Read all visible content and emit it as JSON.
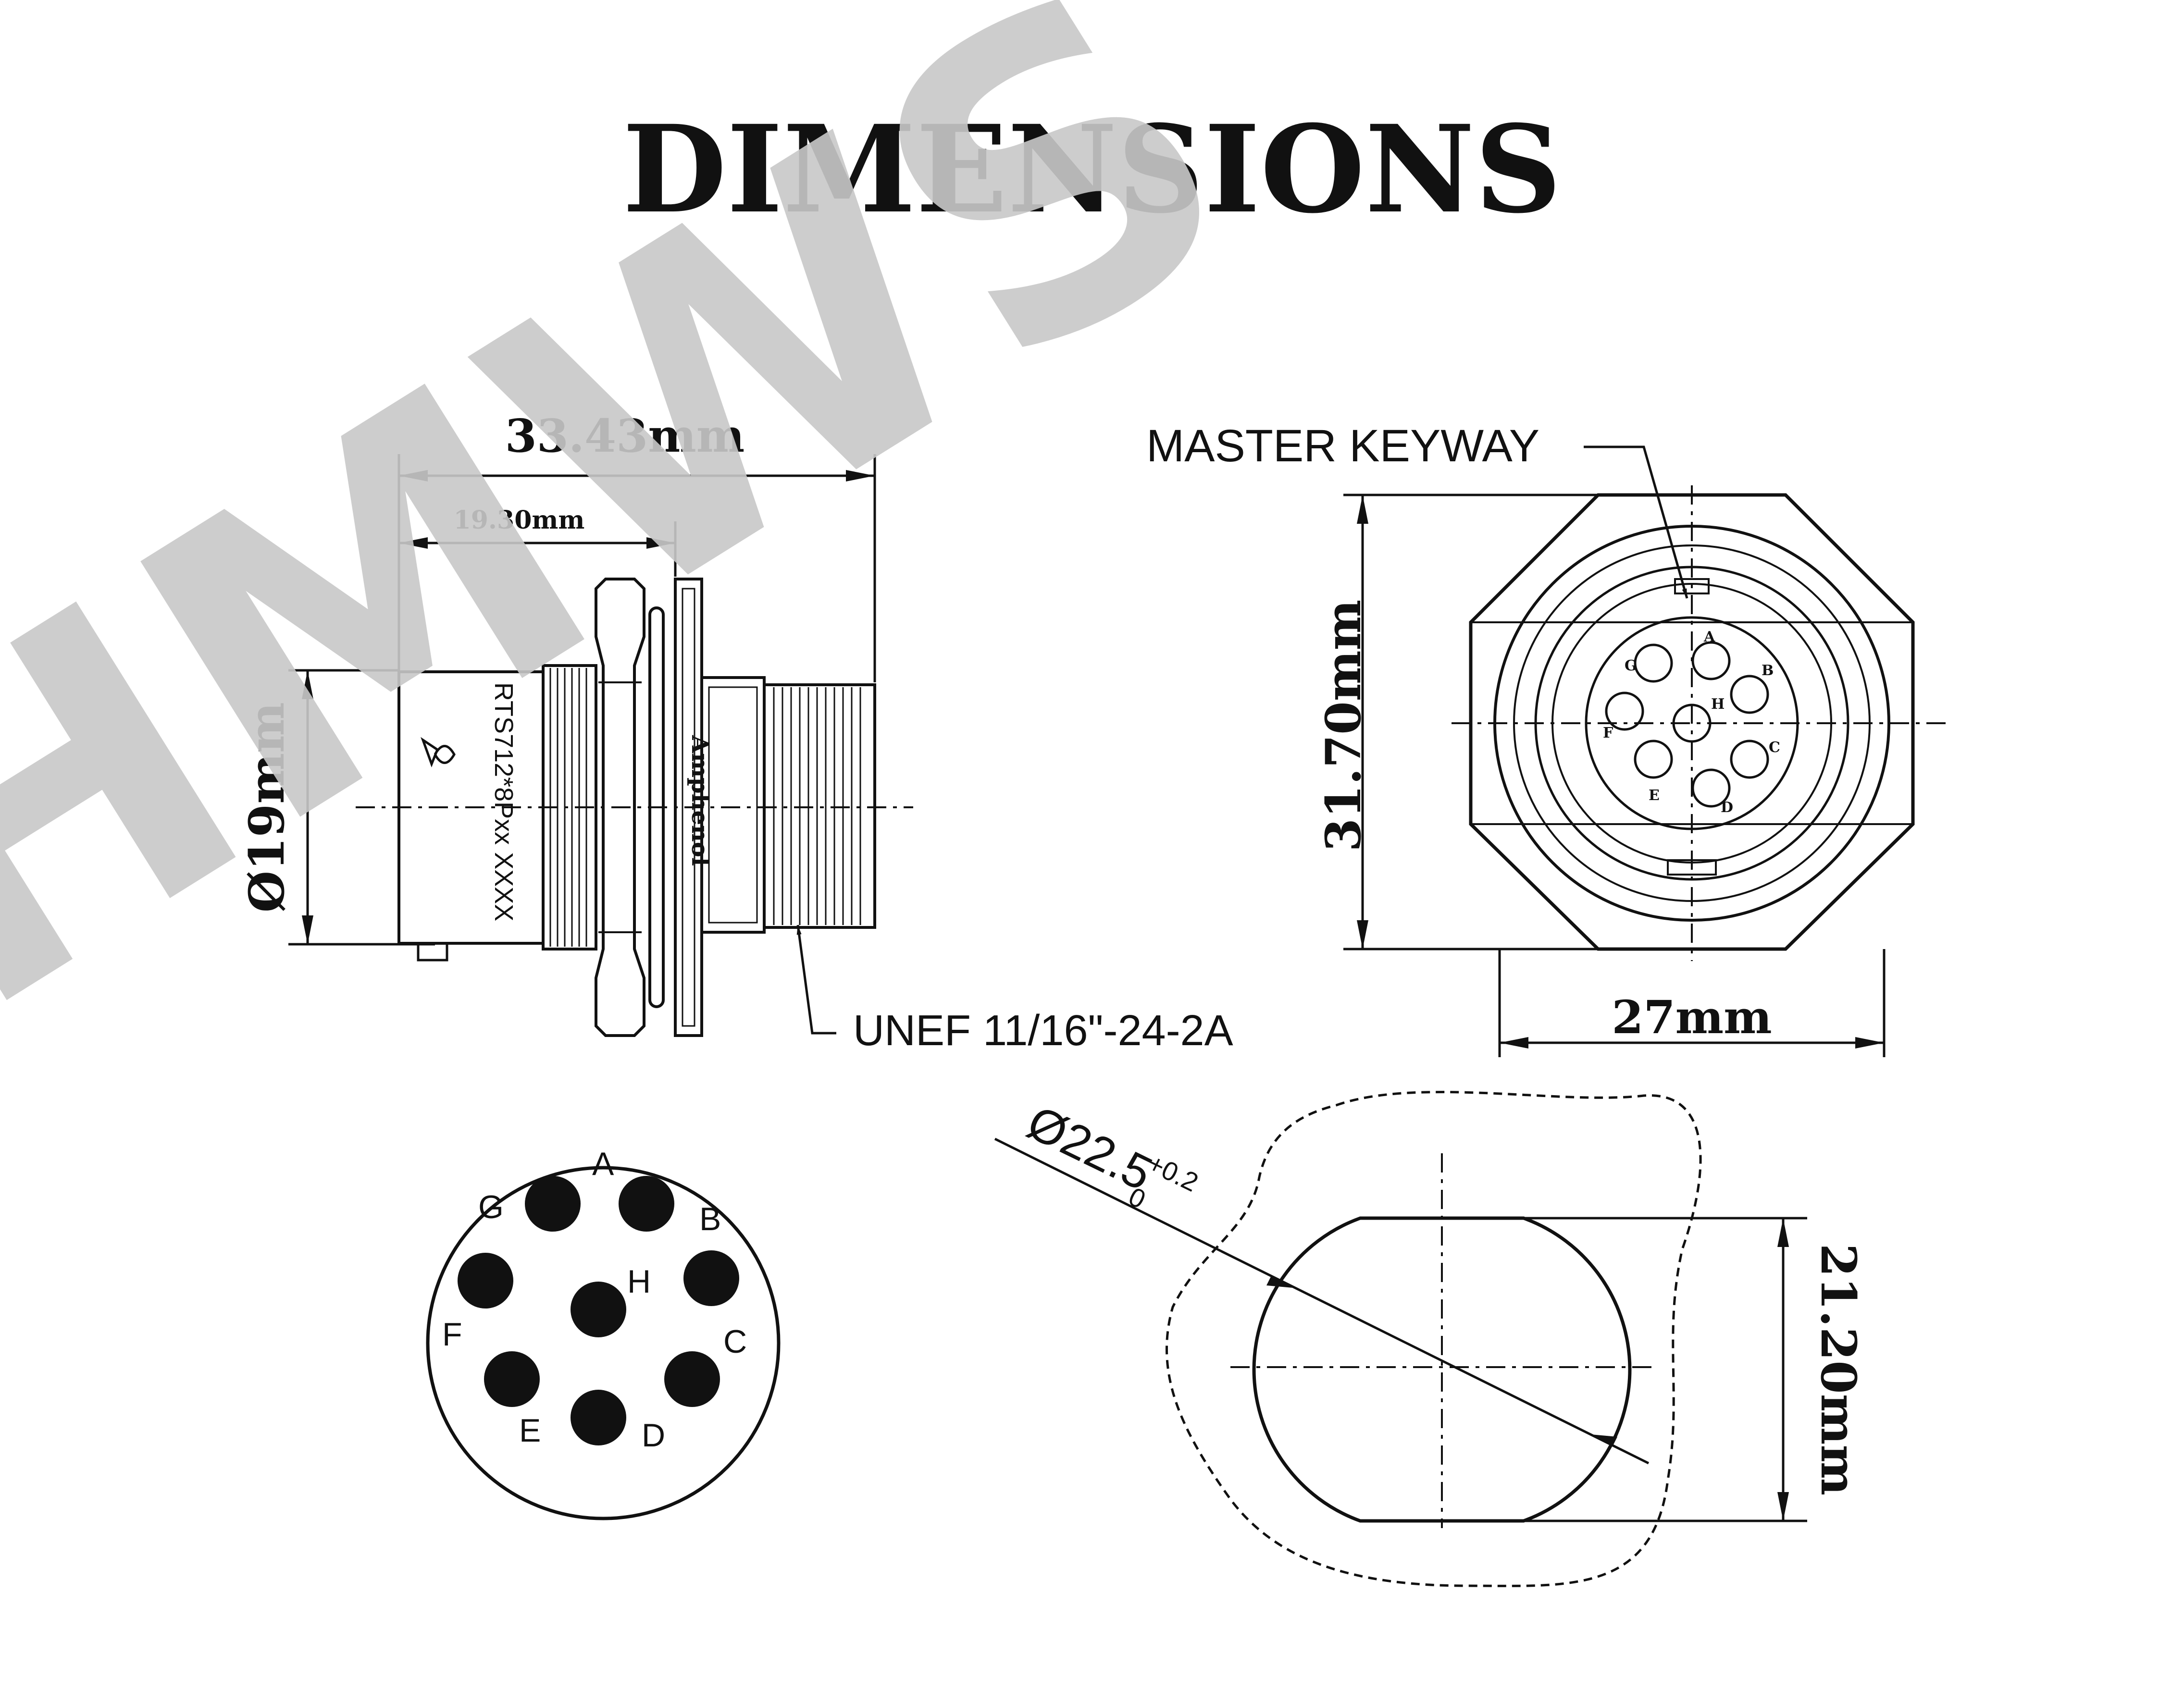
{
  "title": "DIMENSIONS",
  "watermark": "HMWS",
  "side_view": {
    "overall_length": "33.43mm",
    "partial_length": "19.30mm",
    "diameter": "Ø19mm",
    "body_marking": "RTS712*8Pxx XXXX",
    "brand": "Amphenol",
    "thread_callout": "UNEF 11/16\"-24-2A"
  },
  "front_view": {
    "keyway_label": "MASTER KEYWAY",
    "height": "31.70mm",
    "width": "27mm",
    "pin_labels": [
      "A",
      "B",
      "C",
      "D",
      "E",
      "F",
      "G",
      "H"
    ]
  },
  "pin_diagram": {
    "pins": [
      {
        "id": "A",
        "label": "A"
      },
      {
        "id": "B",
        "label": "B"
      },
      {
        "id": "C",
        "label": "C"
      },
      {
        "id": "D",
        "label": "D"
      },
      {
        "id": "E",
        "label": "E"
      },
      {
        "id": "F",
        "label": "F"
      },
      {
        "id": "G",
        "label": "G"
      },
      {
        "id": "H",
        "label": "H"
      }
    ]
  },
  "panel_cutout": {
    "diameter_prefix": "Ø22.5",
    "tolerance_upper": "+0.2",
    "tolerance_lower": "0",
    "flat_height": "21.20mm"
  }
}
